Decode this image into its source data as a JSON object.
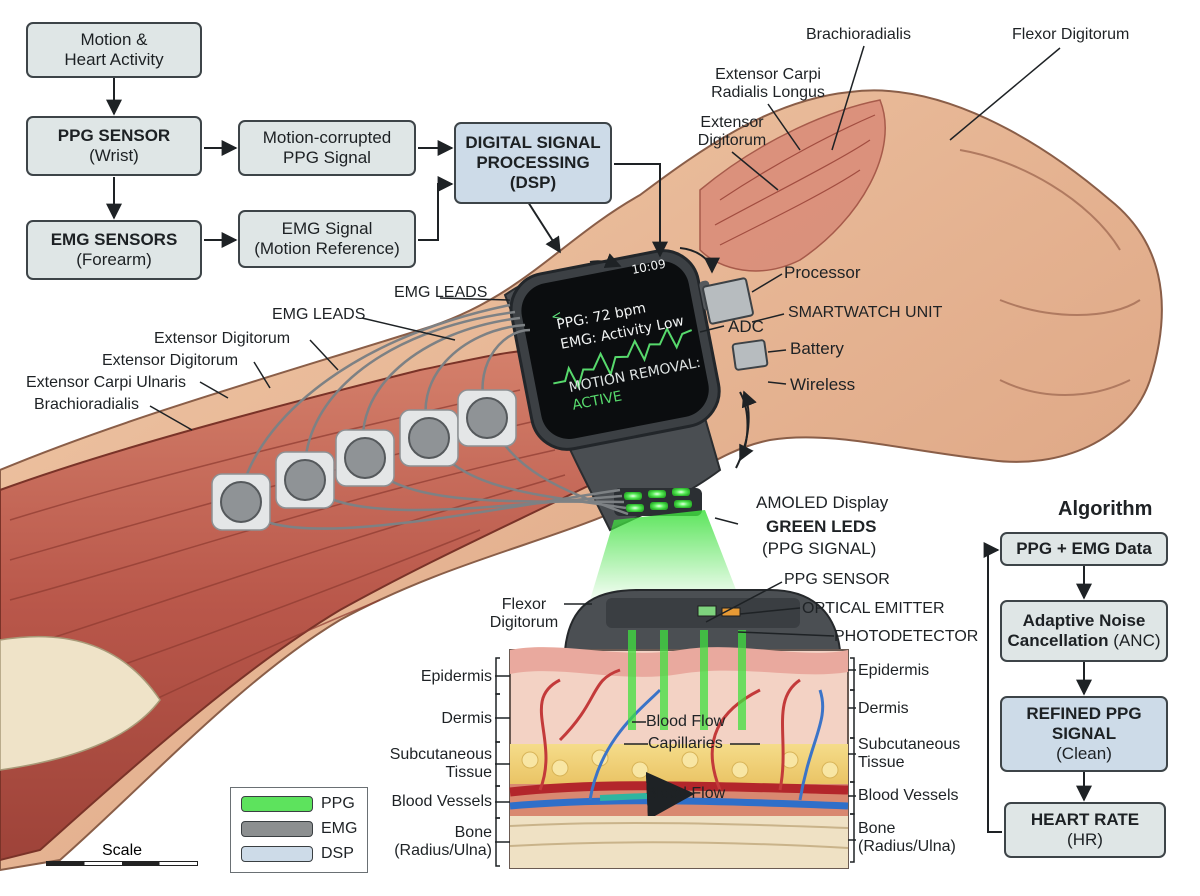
{
  "flow": {
    "motion": "Motion &\nHeart Activity",
    "ppg_sensor": {
      "title": "PPG SENSOR",
      "sub": "(Wrist)"
    },
    "ppg_signal": "Motion-corrupted\nPPG Signal",
    "dsp": "DIGITAL SIGNAL\nPROCESSING\n(DSP)",
    "emg_sensors": {
      "title": "EMG SENSORS",
      "sub": "(Forearm)"
    },
    "emg_signal": "EMG Signal\n(Motion Reference)"
  },
  "muscles_top": {
    "brachioradialis": "Brachioradialis",
    "flexor_digitorum": "Flexor Digitorum",
    "extensor_carpi_radialis": "Extensor Carpi\nRadialis Longus",
    "extensor_digitorum": "Extensor\nDigitorum"
  },
  "muscles_left": {
    "emg_leads_1": "EMG LEADS",
    "emg_leads_2": "EMG LEADS",
    "extensor_digitorum_1": "Extensor Digitorum",
    "extensor_digitorum_2": "Extensor Digitorum",
    "extensor_carpi_ulnaris": "Extensor Carpi Ulnaris",
    "brachioradialis": "Brachioradialis"
  },
  "watch": {
    "time": "10:09",
    "back_symbol": "<",
    "line1": "PPG: 72 bpm",
    "line2": "EMG: Activity Low",
    "line3": "MOTION REMOVAL:",
    "line4": "ACTIVE"
  },
  "components": {
    "processor": "Processor",
    "adc": "ADC",
    "smartwatch_unit": "SMARTWATCH UNIT",
    "battery": "Battery",
    "wireless": "Wireless",
    "amoled": "AMOLED Display",
    "green_leds": "GREEN LEDS",
    "ppg_signal": "(PPG SIGNAL)"
  },
  "sensor_detail": {
    "ppg_sensor": "PPG SENSOR",
    "optical_emitter": "OPTICAL EMITTER",
    "photodetector": "PHOTODETECTOR",
    "flexor_digitorum": "Flexor\nDigitorum",
    "blood_flow_upper": "Blood Flow",
    "capillaries": "Capillaries",
    "blood_flow_lower": "Blood Flow"
  },
  "skin_left": {
    "epidermis": "Epidermis",
    "dermis": "Dermis",
    "subcutaneous": "Subcutaneous\nTissue",
    "blood_vessels": "Blood Vessels",
    "bone": "Bone\n(Radius/Ulna)"
  },
  "skin_right": {
    "epidermis": "Epidermis",
    "dermis": "Dermis",
    "subcutaneous": "Subcutaneous\nTissue",
    "blood_vessels": "Blood Vessels",
    "bone": "Bone\n(Radius/Ulna)"
  },
  "legend": {
    "items": [
      {
        "label": "PPG",
        "color": "#5de35d"
      },
      {
        "label": "EMG",
        "color": "#8c8f90"
      },
      {
        "label": "DSP",
        "color": "#cddbe8"
      }
    ]
  },
  "scale": {
    "label": "Scale"
  },
  "algorithm": {
    "title": "Algorithm",
    "step1": "PPG + EMG Data",
    "step2": {
      "title": "Adaptive Noise\nCancellation",
      "suffix": " (ANC)"
    },
    "step3": {
      "title": "REFINED PPG\nSIGNAL",
      "sub": "(Clean)"
    },
    "step4": {
      "title": "HEART RATE",
      "sub": "(HR)"
    }
  },
  "colors": {
    "muscle": "#c96a58",
    "skin": "#e8b796",
    "led_green": "#4fe04f",
    "box_fill": "#dfe6e6",
    "dsp_fill": "#cddbe8",
    "strap": "#4a4e52"
  }
}
